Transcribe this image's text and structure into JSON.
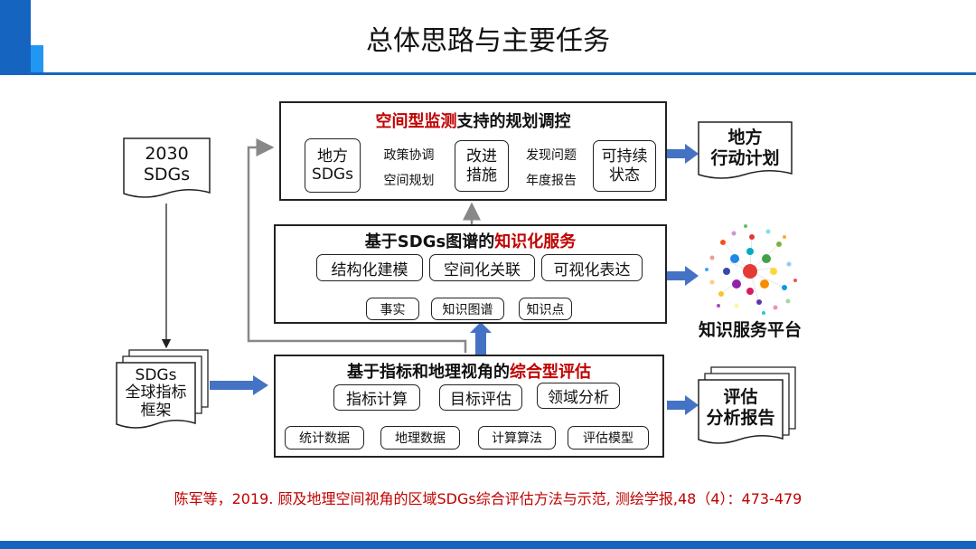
{
  "page": {
    "title": "总体思路与主要任务"
  },
  "left_docs": {
    "sdgs2030": [
      "2030",
      "SDGs"
    ],
    "framework": [
      "SDGs",
      "全球指标",
      "框架"
    ]
  },
  "top_box": {
    "title_red": "空间型监测",
    "title_rest": "支持的规划调控",
    "local_sdgs": [
      "地方",
      "SDGs"
    ],
    "improve": [
      "改进",
      "措施"
    ],
    "sustainable": [
      "可持续",
      "状态"
    ],
    "label_policy": "政策协调",
    "label_spatial": "空间规划",
    "label_discover": "发现问题",
    "label_report": "年度报告"
  },
  "mid_box": {
    "title_rest": "基于SDGs图谱的",
    "title_red": "知识化服务",
    "items": [
      "结构化建模",
      "空间化关联",
      "可视化表达"
    ],
    "bottom_items": [
      "事实",
      "知识图谱",
      "知识点"
    ]
  },
  "bot_box": {
    "title_rest": "基于指标和地理视角的",
    "title_red": "综合型评估",
    "items": [
      "指标计算",
      "目标评估",
      "领域分析"
    ],
    "bottom_items": [
      "统计数据",
      "地理数据",
      "计算算法",
      "评估模型"
    ]
  },
  "outputs": {
    "local_action": [
      "地方",
      "行动计划"
    ],
    "knowledge_platform": "知识服务平台",
    "eval_report": [
      "评估",
      "分析报告"
    ]
  },
  "citation": "陈军等，2019. 顾及地理空间视角的区域SDGs综合评估方法与示范, 测绘学报,48（4）：473-479",
  "colors": {
    "accent": "#1565c0",
    "accent_light": "#2196f3",
    "red": "#c00000",
    "arrow_blue": "#4472c4"
  }
}
